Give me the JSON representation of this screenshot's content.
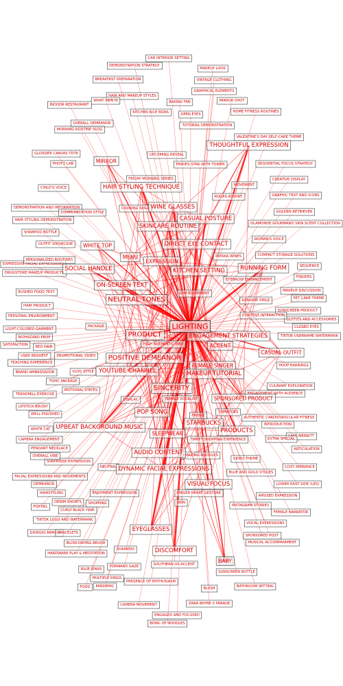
{
  "chart_data": {
    "type": "network",
    "hub": "LIGHTING",
    "edge_color": "#ff0000",
    "label_color": "#d40000",
    "nodes": [
      {
        "label": "LIGHTING",
        "weight": 10
      },
      {
        "label": "PRODUCT",
        "weight": 7
      },
      {
        "label": "NEUTRAL TONES",
        "weight": 7
      },
      {
        "label": "POSITIVE DEMEANOR",
        "weight": 7
      },
      {
        "label": "SINCERITY",
        "weight": 7
      },
      {
        "label": "KITCHEN SETTING",
        "weight": 6
      },
      {
        "label": "ON-SCREEN TEXT",
        "weight": 6
      },
      {
        "label": "YOUTUBE CHANNEL",
        "weight": 5
      },
      {
        "label": "MAKEUP TUTORIAL",
        "weight": 5
      },
      {
        "label": "ENGAGEMENT STRATEGIES",
        "weight": 5
      },
      {
        "label": "POP SONG",
        "weight": 5
      },
      {
        "label": "UPBEAT BACKGROUND MUSIC",
        "weight": 5
      },
      {
        "label": "AUDIO CONTENT",
        "weight": 5
      },
      {
        "label": "DYNAMIC FACIAL EXPRESSIONS",
        "weight": 5
      },
      {
        "label": "DIRECT EYE CONTACT",
        "weight": 5
      },
      {
        "label": "SKINCARE ROUTINE",
        "weight": 5
      },
      {
        "label": "EYEGLASSES",
        "weight": 5
      },
      {
        "label": "DISCOMFORT",
        "weight": 5
      },
      {
        "label": "HAIR STYLING TECHNIQUE",
        "weight": 5
      },
      {
        "label": "THOUGHTFUL EXPRESSION",
        "weight": 5
      },
      {
        "label": "WINE GLASSES",
        "weight": 5
      },
      {
        "label": "CASUAL POSTURE",
        "weight": 5
      },
      {
        "label": "RUNNING FORM",
        "weight": 5
      },
      {
        "label": "SOCIAL HANDLE",
        "weight": 5
      },
      {
        "label": "STARBUCKS",
        "weight": 5
      },
      {
        "label": "PRODUCTS",
        "weight": 5
      },
      {
        "label": "VISUAL FOCUS",
        "weight": 5
      },
      {
        "label": "EXPRESSION",
        "weight": 4
      },
      {
        "label": "SPONSORED PRODUCT",
        "weight": 4
      },
      {
        "label": "FEMALE SINGER",
        "weight": 4
      },
      {
        "label": "ACCENT",
        "weight": 4
      },
      {
        "label": "CASUAL OUTFIT",
        "weight": 4
      },
      {
        "label": "WHITE TOP",
        "weight": 4
      },
      {
        "label": "MIRROR",
        "weight": 4
      },
      {
        "label": "SLEEPWEAR",
        "weight": 4
      },
      {
        "label": "MENU",
        "weight": 4
      },
      {
        "label": "BABY",
        "weight": 4
      },
      {
        "label": "CAR INTERIOR SETTING",
        "weight": 2
      },
      {
        "label": "MAKEUP LOOK",
        "weight": 2
      },
      {
        "label": "DEMONSTRATION STRATEGY",
        "weight": 2
      },
      {
        "label": "BREAKFAST PREPARATION",
        "weight": 2
      },
      {
        "label": "VINTAGE CLOTHING",
        "weight": 2
      },
      {
        "label": "HAIR AND MAKEUP STYLES",
        "weight": 2
      },
      {
        "label": "GRAPHICAL ELEMENTS",
        "weight": 2
      },
      {
        "label": "INDOOR RESTAURANT",
        "weight": 2
      },
      {
        "label": "HOME FITNESS ROUTINES",
        "weight": 2
      },
      {
        "label": "KITCHEN RICE BOWL",
        "weight": 2
      },
      {
        "label": "OVERALL DEMEANOR",
        "weight": 2
      },
      {
        "label": "MORNING ROUTINE VLOG",
        "weight": 2
      },
      {
        "label": "TUTORIAL DEMONSTRATION",
        "weight": 2
      },
      {
        "label": "VALENTINE'S DAY SELF-CARE THEME",
        "weight": 2
      },
      {
        "label": "GLOSSIER CANVAS TOTE",
        "weight": 2
      },
      {
        "label": "PHOTO LAB",
        "weight": 2
      },
      {
        "label": "UPCOMING REVEAL",
        "weight": 2
      },
      {
        "label": "PINKIES STAR WITH TOWER",
        "weight": 2
      },
      {
        "label": "SEQUENTIAL FOCUS STRATEGY",
        "weight": 2
      },
      {
        "label": "CREATIVE DISPLAY",
        "weight": 2
      },
      {
        "label": "GRAPHIC TEXT AND ICONS",
        "weight": 2
      },
      {
        "label": "GOLDEN RETRIEVER",
        "weight": 2
      },
      {
        "label": "OLAMONDE GOURMAND SKIN SCENT COLLECTION",
        "weight": 2
      },
      {
        "label": "CHILD'S VOICE",
        "weight": 2
      },
      {
        "label": "DEMONSTRATION AND INFORMATION",
        "weight": 2
      },
      {
        "label": "HAIR STYLING DEMONSTRATION",
        "weight": 2
      },
      {
        "label": "COMMUNICATION STYLE",
        "weight": 2
      },
      {
        "label": "SHAMPOO BOTTLE",
        "weight": 2
      },
      {
        "label": "OUTFIT SHOWCASE",
        "weight": 2
      },
      {
        "label": "WOMAN'S VOICE",
        "weight": 2
      },
      {
        "label": "COMPACT STORAGE SOLUTIONS",
        "weight": 2
      },
      {
        "label": "EXPRESSIVE FACIAL EXPRESSIONS",
        "weight": 2
      },
      {
        "label": "DRUGSTORE MAKEUP PRODUCTS",
        "weight": 2
      },
      {
        "label": "PERSONALIZED ROUTINES",
        "weight": 2
      },
      {
        "label": "EYEBROW ENHANCEMENT",
        "weight": 2
      },
      {
        "label": "MAKEUP DISCUSSION",
        "weight": 2
      },
      {
        "label": "PET CARE THEME",
        "weight": 2
      },
      {
        "label": "RUSHED FOOD TEXT",
        "weight": 2
      },
      {
        "label": "HAIR PRODUCT",
        "weight": 2
      },
      {
        "label": "PERSONAL ENVIRONMENT",
        "weight": 2
      },
      {
        "label": "SUNSCREEN PRODUCT",
        "weight": 2
      },
      {
        "label": "OUTFITS AND ACCESSORIES",
        "weight": 2
      },
      {
        "label": "LIGHT-COLORED GARMENT",
        "weight": 2
      },
      {
        "label": "TIKTOK USERNAME WATERMARK",
        "weight": 2
      },
      {
        "label": "PROMOTIONAL VIDEO",
        "weight": 2
      },
      {
        "label": "BRAND AMBASSADOR",
        "weight": 2
      },
      {
        "label": "TEACHING EXPERIENCE",
        "weight": 2
      },
      {
        "label": "TOPIC PACKAGE",
        "weight": 2
      },
      {
        "label": "CULINARY EXPLORATION",
        "weight": 2
      },
      {
        "label": "TREADMILL EXERCISE",
        "weight": 2
      },
      {
        "label": "ENGAGEMENT WITH AUDIENCE",
        "weight": 2
      },
      {
        "label": "WHITE CAT",
        "weight": 2
      },
      {
        "label": "AUTHENTIC CARDIOVASCULAR FITNESS",
        "weight": 2
      },
      {
        "label": "INTRODUCTION",
        "weight": 2
      },
      {
        "label": "CAMERA ENGAGEMENT",
        "weight": 2
      },
      {
        "label": "PENDANT NECKLACE",
        "weight": 2
      },
      {
        "label": "LAKE MERRITT",
        "weight": 2
      },
      {
        "label": "ARTICULATION",
        "weight": 2
      },
      {
        "label": "SURPRISED EXPRESSION",
        "weight": 2
      },
      {
        "label": "FACIAL EXPRESSIONS AND MOVEMENTS",
        "weight": 2
      },
      {
        "label": "BLUE AND GOLD STOLES",
        "weight": 2
      },
      {
        "label": "LOWER EAST SIDE (LES)",
        "weight": 2
      },
      {
        "label": "FINGER HEART GESTURE",
        "weight": 2
      },
      {
        "label": "AMUSED EXPRESSION",
        "weight": 2
      },
      {
        "label": "ENJOYMENT EXPRESSION",
        "weight": 2
      },
      {
        "label": "CURLY BLACK HAIR",
        "weight": 2
      },
      {
        "label": "INSTAGRAM STORIES",
        "weight": 2
      },
      {
        "label": "TIKTOK LOGO AND WATERMARK",
        "weight": 2
      },
      {
        "label": "FEMALE NARRATOR",
        "weight": 2
      },
      {
        "label": "GIORGIO ARMANI",
        "weight": 2
      },
      {
        "label": "VOCAL EXPRESSIONS",
        "weight": 2
      },
      {
        "label": "SPONSORED POST",
        "weight": 2
      },
      {
        "label": "BLOW-DRYING BRUSH",
        "weight": 2
      },
      {
        "label": "MUSICAL ACCOMPANIMENT",
        "weight": 2
      },
      {
        "label": "HARDWARE PLAY & MEDITATION",
        "weight": 2
      },
      {
        "label": "BLUE JEANS",
        "weight": 2
      },
      {
        "label": "FORWARD GAZE",
        "weight": 2
      },
      {
        "label": "SOUTHERN US ACCENT",
        "weight": 2
      },
      {
        "label": "PRESENCE OF ENTHUSIASM",
        "weight": 2
      },
      {
        "label": "PANDEMIC",
        "weight": 2
      },
      {
        "label": "CAMERA MOVEMENT",
        "weight": 2
      },
      {
        "label": "ZANA BAYNE X PARADE",
        "weight": 2
      },
      {
        "label": "ENGAGED AND FOCUSED",
        "weight": 2
      },
      {
        "label": "BOWL OF NOODLES",
        "weight": 2
      },
      {
        "label": "BATHROOM SETTING",
        "weight": 2
      },
      {
        "label": "SUNSCREEN BOTTLE",
        "weight": 2
      },
      {
        "label": "FEMALE VOCALIST",
        "weight": 2
      },
      {
        "label": "GYM EQUIPMENT",
        "weight": 2
      },
      {
        "label": "CONTENT INTERACTION",
        "weight": 2
      },
      {
        "label": "PATAKA WINES",
        "weight": 2
      },
      {
        "label": "GENUINE SMILE",
        "weight": 2
      },
      {
        "label": "COZY AMBIANCE",
        "weight": 2
      },
      {
        "label": "VIDEO THEME",
        "weight": 2
      },
      {
        "label": "AMAZING NOODLES",
        "weight": 2
      },
      {
        "label": "THRIFT SHOPPING EXPERIENCE",
        "weight": 2
      },
      {
        "label": "HIGH AUTHENTIC VIBE",
        "weight": 2
      },
      {
        "label": "MOTIONAL STATES",
        "weight": 2
      },
      {
        "label": "VLOG STYLE",
        "weight": 2
      },
      {
        "label": "PACKAGE",
        "weight": 2
      },
      {
        "label": "CLOSED EYES",
        "weight": 2
      },
      {
        "label": "HOOP EARRINGS",
        "weight": 2
      },
      {
        "label": "FINGERS",
        "weight": 2
      },
      {
        "label": "SEQUENCE",
        "weight": 2
      },
      {
        "label": "COOKING SKILL",
        "weight": 2
      },
      {
        "label": "BAKING FAN",
        "weight": 2
      },
      {
        "label": "OPEN EYES",
        "weight": 2
      },
      {
        "label": "FRIDAY MORNING SERIES",
        "weight": 2
      },
      {
        "label": "KOGAS ASSORT",
        "weight": 2
      },
      {
        "label": "MOVEMENT",
        "weight": 2
      },
      {
        "label": "SHOPPING",
        "weight": 2
      },
      {
        "label": "WELL POLISHED",
        "weight": 2
      },
      {
        "label": "LIPSTICK BRUSH",
        "weight": 2
      },
      {
        "label": "RED HAIR",
        "weight": 2
      },
      {
        "label": "SATISFACTION",
        "weight": 2
      },
      {
        "label": "USER REQUEST",
        "weight": 2
      },
      {
        "label": "BIOHAZARD PROP",
        "weight": 2
      },
      {
        "label": "EXTRA SPECIAL",
        "weight": 2
      },
      {
        "label": "OVERALL VIBE",
        "weight": 2
      },
      {
        "label": "DEMEANOR",
        "weight": 2
      },
      {
        "label": "HAIRSTYLING",
        "weight": 2
      },
      {
        "label": "DENIM SHORTS",
        "weight": 2
      },
      {
        "label": "FOXTAIL",
        "weight": 2
      },
      {
        "label": "BRACELETS",
        "weight": 2
      },
      {
        "label": "WHAT SKIN IS",
        "weight": 2
      },
      {
        "label": "SHAMPOO",
        "weight": 2
      },
      {
        "label": "FRIDGE",
        "weight": 2
      },
      {
        "label": "TOMATOES",
        "weight": 2
      },
      {
        "label": "MULTIPLE RINGS",
        "weight": 2
      },
      {
        "label": "SKIN",
        "weight": 2
      },
      {
        "label": "BABY",
        "weight": 2
      },
      {
        "label": "NEUTRAL",
        "weight": 2
      },
      {
        "label": "DISPLAY",
        "weight": 2
      },
      {
        "label": "BLUSH",
        "weight": 2
      },
      {
        "label": "MIRROR SHOT",
        "weight": 2
      },
      {
        "label": "FOOD",
        "weight": 2
      }
    ]
  }
}
